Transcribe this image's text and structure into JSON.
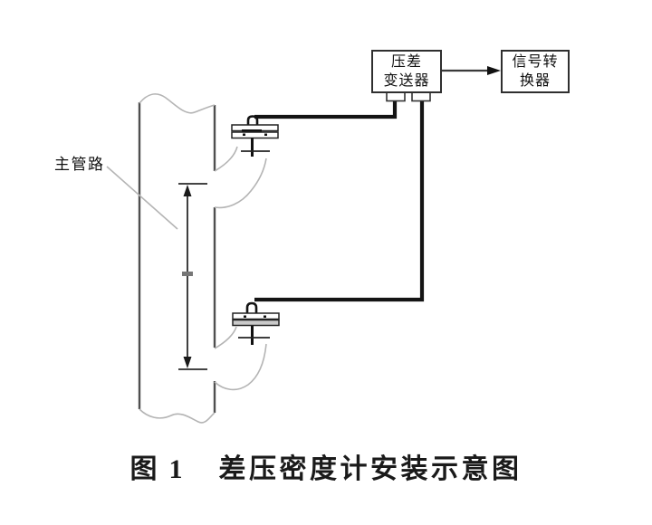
{
  "figure": {
    "pipe_label": "主管路",
    "transmitter": {
      "line1": "压差",
      "line2": "变送器"
    },
    "converter": {
      "line1": "信号转",
      "line2": "换器"
    },
    "caption": {
      "label": "图",
      "number": "1",
      "title": "差压密度计安装示意图"
    }
  },
  "colors": {
    "impulse_line": "#141414",
    "pipe_edge": "#4f4f4f",
    "sketch_outline": "#b4b4b4",
    "box_border": "#2f2f2f",
    "background": "#ffffff"
  }
}
